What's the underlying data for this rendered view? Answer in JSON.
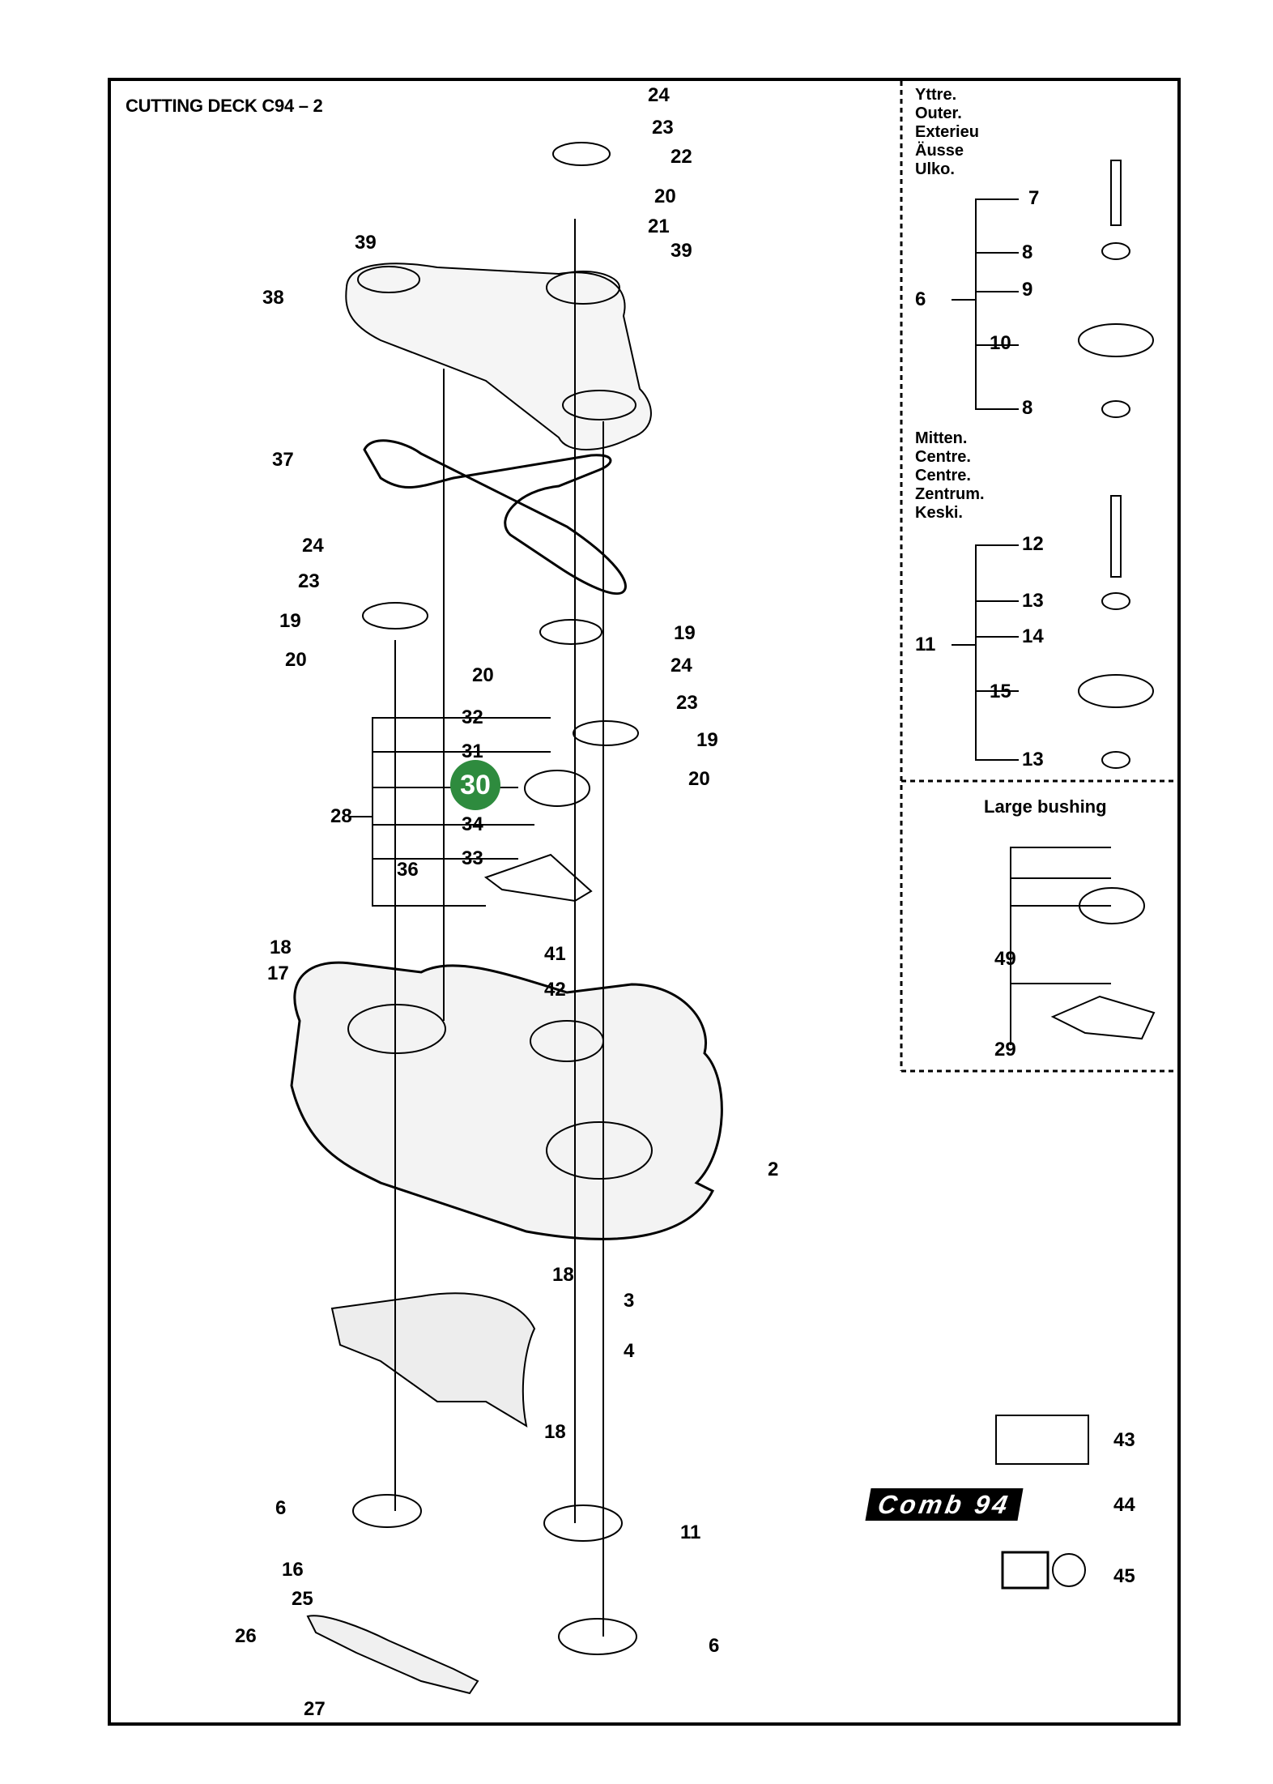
{
  "title": "CUTTING DECK C94 – 2",
  "insets": {
    "outer": {
      "lines": [
        "Yttre.",
        "Outer.",
        "Exterieu",
        "Äusse",
        "Ulko."
      ]
    },
    "centre": {
      "lines": [
        "Mitten.",
        "Centre.",
        "Centre.",
        "Zentrum.",
        "Keski."
      ]
    },
    "large_bushing": "Large bushing"
  },
  "highlight_badge": "30",
  "decal_44_text": "Comb 94",
  "callouts": [
    "24",
    "23",
    "22",
    "20",
    "21",
    "39",
    "39",
    "38",
    "37",
    "24",
    "23",
    "19",
    "20",
    "19",
    "20",
    "24",
    "23",
    "19",
    "20",
    "32",
    "31",
    "28",
    "34",
    "33",
    "36",
    "18",
    "17",
    "41",
    "42",
    "2",
    "18",
    "3",
    "4",
    "18",
    "6",
    "11",
    "16",
    "25",
    "26",
    "27",
    "6",
    "7",
    "8",
    "9",
    "6",
    "10",
    "8",
    "12",
    "13",
    "14",
    "11",
    "15",
    "13",
    "49",
    "29",
    "43",
    "44",
    "45"
  ]
}
